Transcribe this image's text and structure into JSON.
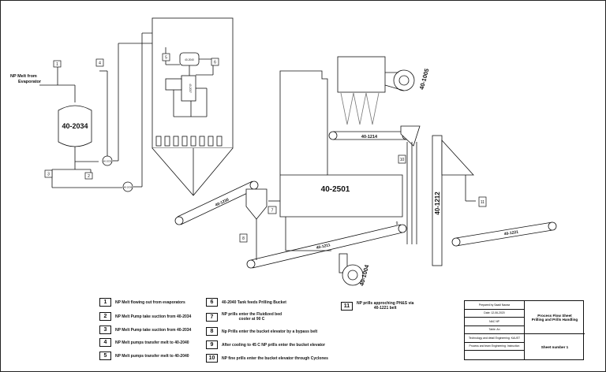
{
  "source_label": "NP Melt from Evaporator",
  "equipment": {
    "tank": "40-2034",
    "pump_a": "40-2035",
    "pump_b": "40-2036",
    "prilling_bucket": "40-2040",
    "melt_pump": "40-2037",
    "cooler": "40-2501",
    "fan_top": "40-1005",
    "fan_bottom": "40-1004",
    "elevator": "40-1212",
    "belt_top": "40-1214",
    "belt_left": "40-1236",
    "belt_bottom": "40-1211",
    "belt_right": "40-1221"
  },
  "markers": [
    "1",
    "2",
    "3",
    "4",
    "5",
    "6",
    "7",
    "8",
    "9",
    "10",
    "11"
  ],
  "legend": [
    {
      "num": "1",
      "text": "NP Melt flowing out from evaporators"
    },
    {
      "num": "2",
      "text": "NP Melt Pump take suction from 40-2034"
    },
    {
      "num": "3",
      "text": "NP Melt Pump take suction from 40-2034"
    },
    {
      "num": "4",
      "text": "NP Melt pumps transfer melt to 40-2040"
    },
    {
      "num": "5",
      "text": "NP Melt pumps transfer melt to 40-2040"
    },
    {
      "num": "6",
      "text": "40-2040 Tank feeds Prilling Bucket"
    },
    {
      "num": "7",
      "text": "NP prills enter the Fluidized bed\ncooler at 90 C"
    },
    {
      "num": "8",
      "text": "Np Prills enter the bucket elevator by a bypass belt"
    },
    {
      "num": "9",
      "text": "After cooling to 45 C NP prills enter the bucket elevator"
    },
    {
      "num": "10",
      "text": "NP fine prills enter the bucket elevator through Cyclones"
    },
    {
      "num": "11",
      "text": "NP prills approching PH&S via\n40-1221 belt"
    }
  ],
  "title_block": {
    "prepared_by": "Prepared by Saadi Nawaz",
    "date": "Date: 12-06-2020",
    "dept": "NAC NP",
    "scale": "Table: An",
    "institute": "Technology and detail Engineering: KAUST",
    "process": "Process and team Engineering: Instruction",
    "title_line1": "Process Flow Sheet",
    "title_line2": "Prilling and Prills Handling",
    "sheet": "Sheet number 1"
  }
}
